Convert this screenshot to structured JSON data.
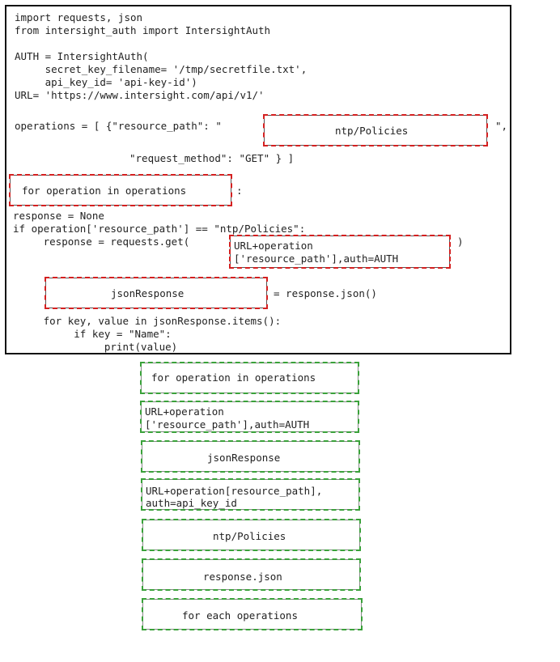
{
  "code": {
    "line1": "import requests, json",
    "line2": "from intersight_auth import IntersightAuth",
    "line3": "AUTH = IntersightAuth(",
    "line4": "     secret_key_filename= '/tmp/secretfile.txt',",
    "line5": "     api_key_id= 'api-key-id')",
    "line6": "URL= 'https://www.intersight.com/api/v1/'",
    "line7a": "operations = [ {\"resource_path\": \"",
    "line7b": "\",",
    "line8": "\"request_method\": \"GET\" } ]",
    "line9b": ":",
    "line10": "response = None",
    "line11": "if operation['resource_path'] == \"ntp/Policies\":",
    "line12a": "     response = requests.get(",
    "line12b": ")",
    "line13b": "= response.json()",
    "line14": "     for key, value in jsonResponse.items():",
    "line15": "          if key = \"Name\":",
    "line16": "               print(value)"
  },
  "slots": {
    "slot1": "ntp/Policies",
    "slot2": "for operation in operations",
    "slot3_l1": "URL+operation",
    "slot3_l2": "['resource_path'],auth=AUTH",
    "slot4": "jsonResponse"
  },
  "options": {
    "opt1": "for operation in operations",
    "opt2_l1": "URL+operation",
    "opt2_l2": "['resource_path'],auth=AUTH",
    "opt3": "jsonResponse",
    "opt4_l1": "URL+operation[resource_path],",
    "opt4_l2": "auth=api_key_id",
    "opt5": "ntp/Policies",
    "opt6": "response.json",
    "opt7": "for each operations"
  },
  "colors": {
    "slot_border": "#d42020",
    "option_border": "#3aa13a",
    "panel_border": "#111111"
  }
}
